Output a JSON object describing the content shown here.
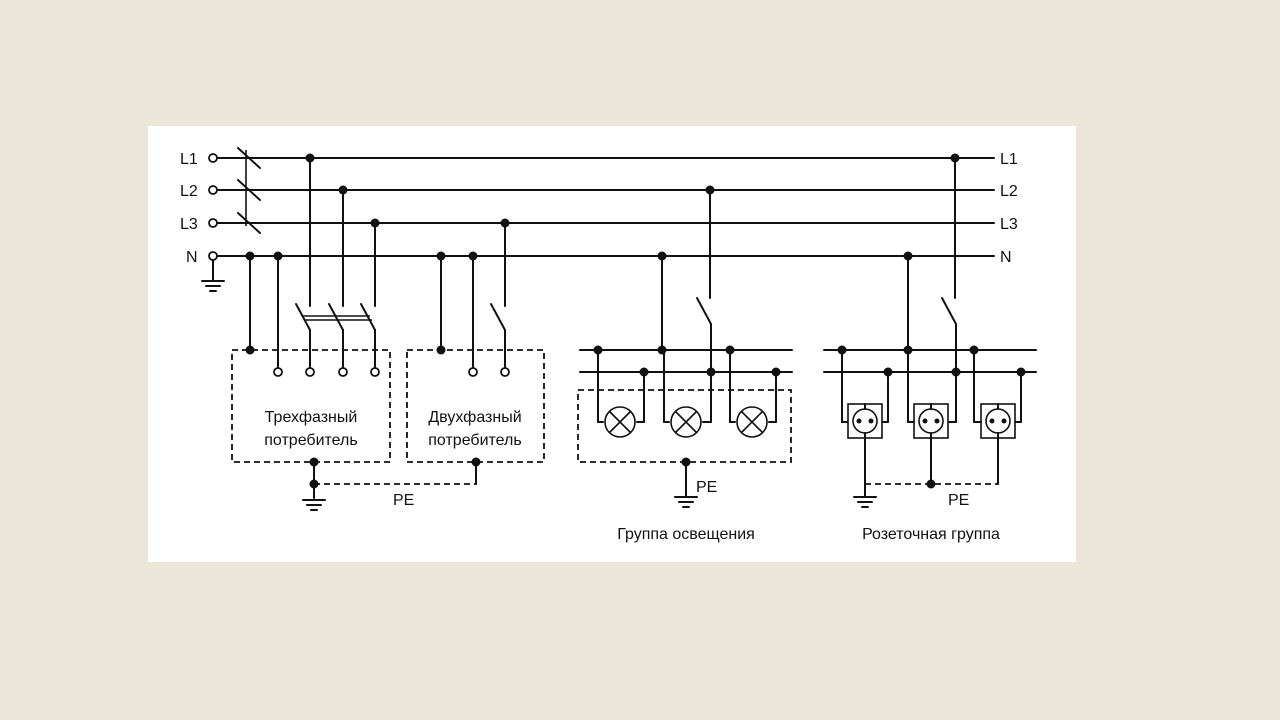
{
  "lines_left": {
    "l1": "L1",
    "l2": "L2",
    "l3": "L3",
    "n": "N"
  },
  "lines_right": {
    "l1": "L1",
    "l2": "L2",
    "l3": "L3",
    "n": "N"
  },
  "consumers": {
    "three_phase": {
      "line1": "Трехфазный",
      "line2": "потребитель"
    },
    "two_phase": {
      "line1": "Двухфазный",
      "line2": "потребитель"
    }
  },
  "pe_labels": {
    "consumers": "PE",
    "lighting": "PE",
    "sockets": "PE"
  },
  "groups": {
    "lighting": "Группа освещения",
    "sockets": "Розеточная группа"
  },
  "icons": [
    "ground-icon",
    "lamp-icon",
    "socket-icon",
    "switch-contact-icon"
  ]
}
